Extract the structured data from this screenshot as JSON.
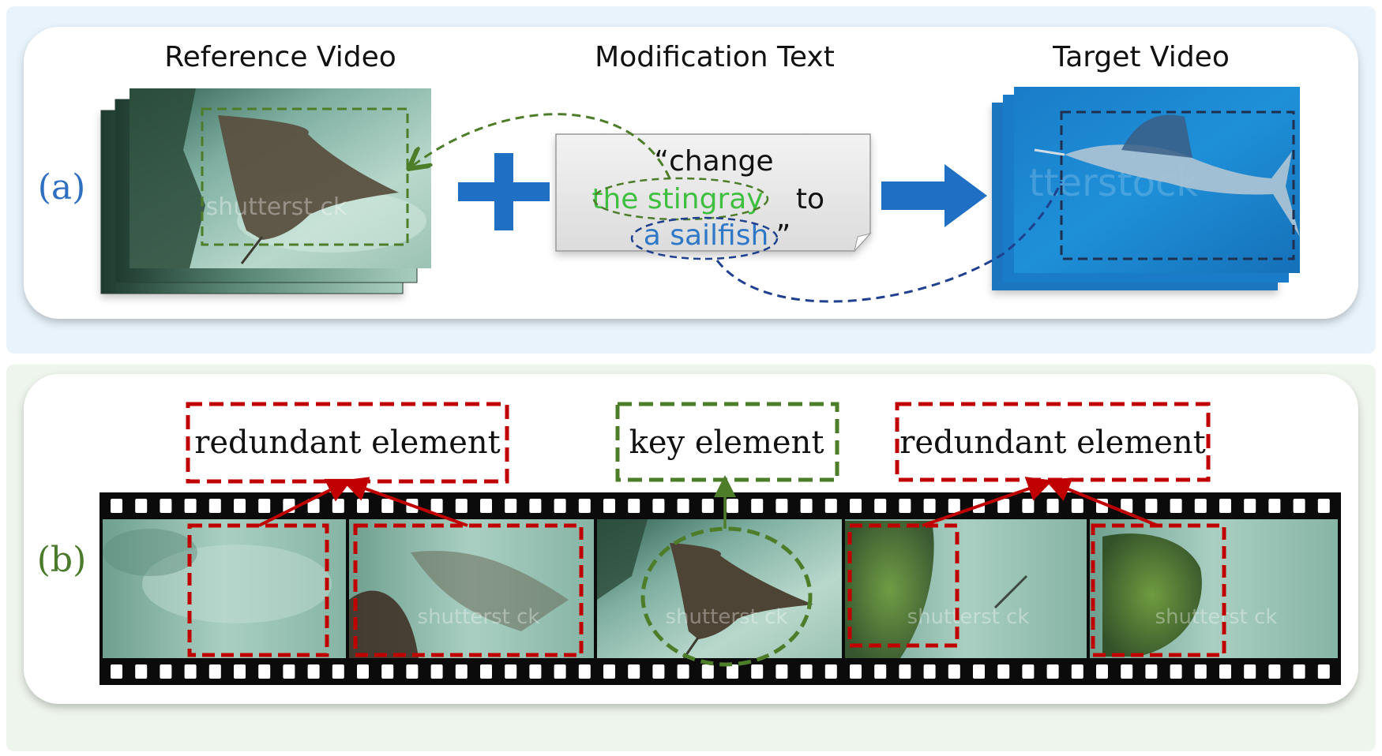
{
  "panel_a": {
    "label": "(a)",
    "reference_title": "Reference Video",
    "modification_title": "Modification Text",
    "target_title": "Target Video",
    "text_line1": "“change",
    "text_green": "the stingray",
    "text_to": "to",
    "text_blue": "a sailfish",
    "text_close": "”",
    "watermark_ref": "shutterst ck",
    "watermark_target": "tterstock"
  },
  "panel_b": {
    "label": "(b)",
    "left_label": "redundant element",
    "center_label": "key element",
    "right_label": "redundant element",
    "watermark": "shutterst ck"
  },
  "colors": {
    "panel_a_bg": "#e8f3fb",
    "panel_b_bg": "#eef5ec",
    "label_a": "#2e6fc1",
    "label_b": "#4a7a2a",
    "green_text": "#3fbf3f",
    "blue_text": "#2f78c8",
    "red_box": "#c00000",
    "green_dash": "#4e7d2a",
    "blue_dash": "#1f3f8f"
  }
}
